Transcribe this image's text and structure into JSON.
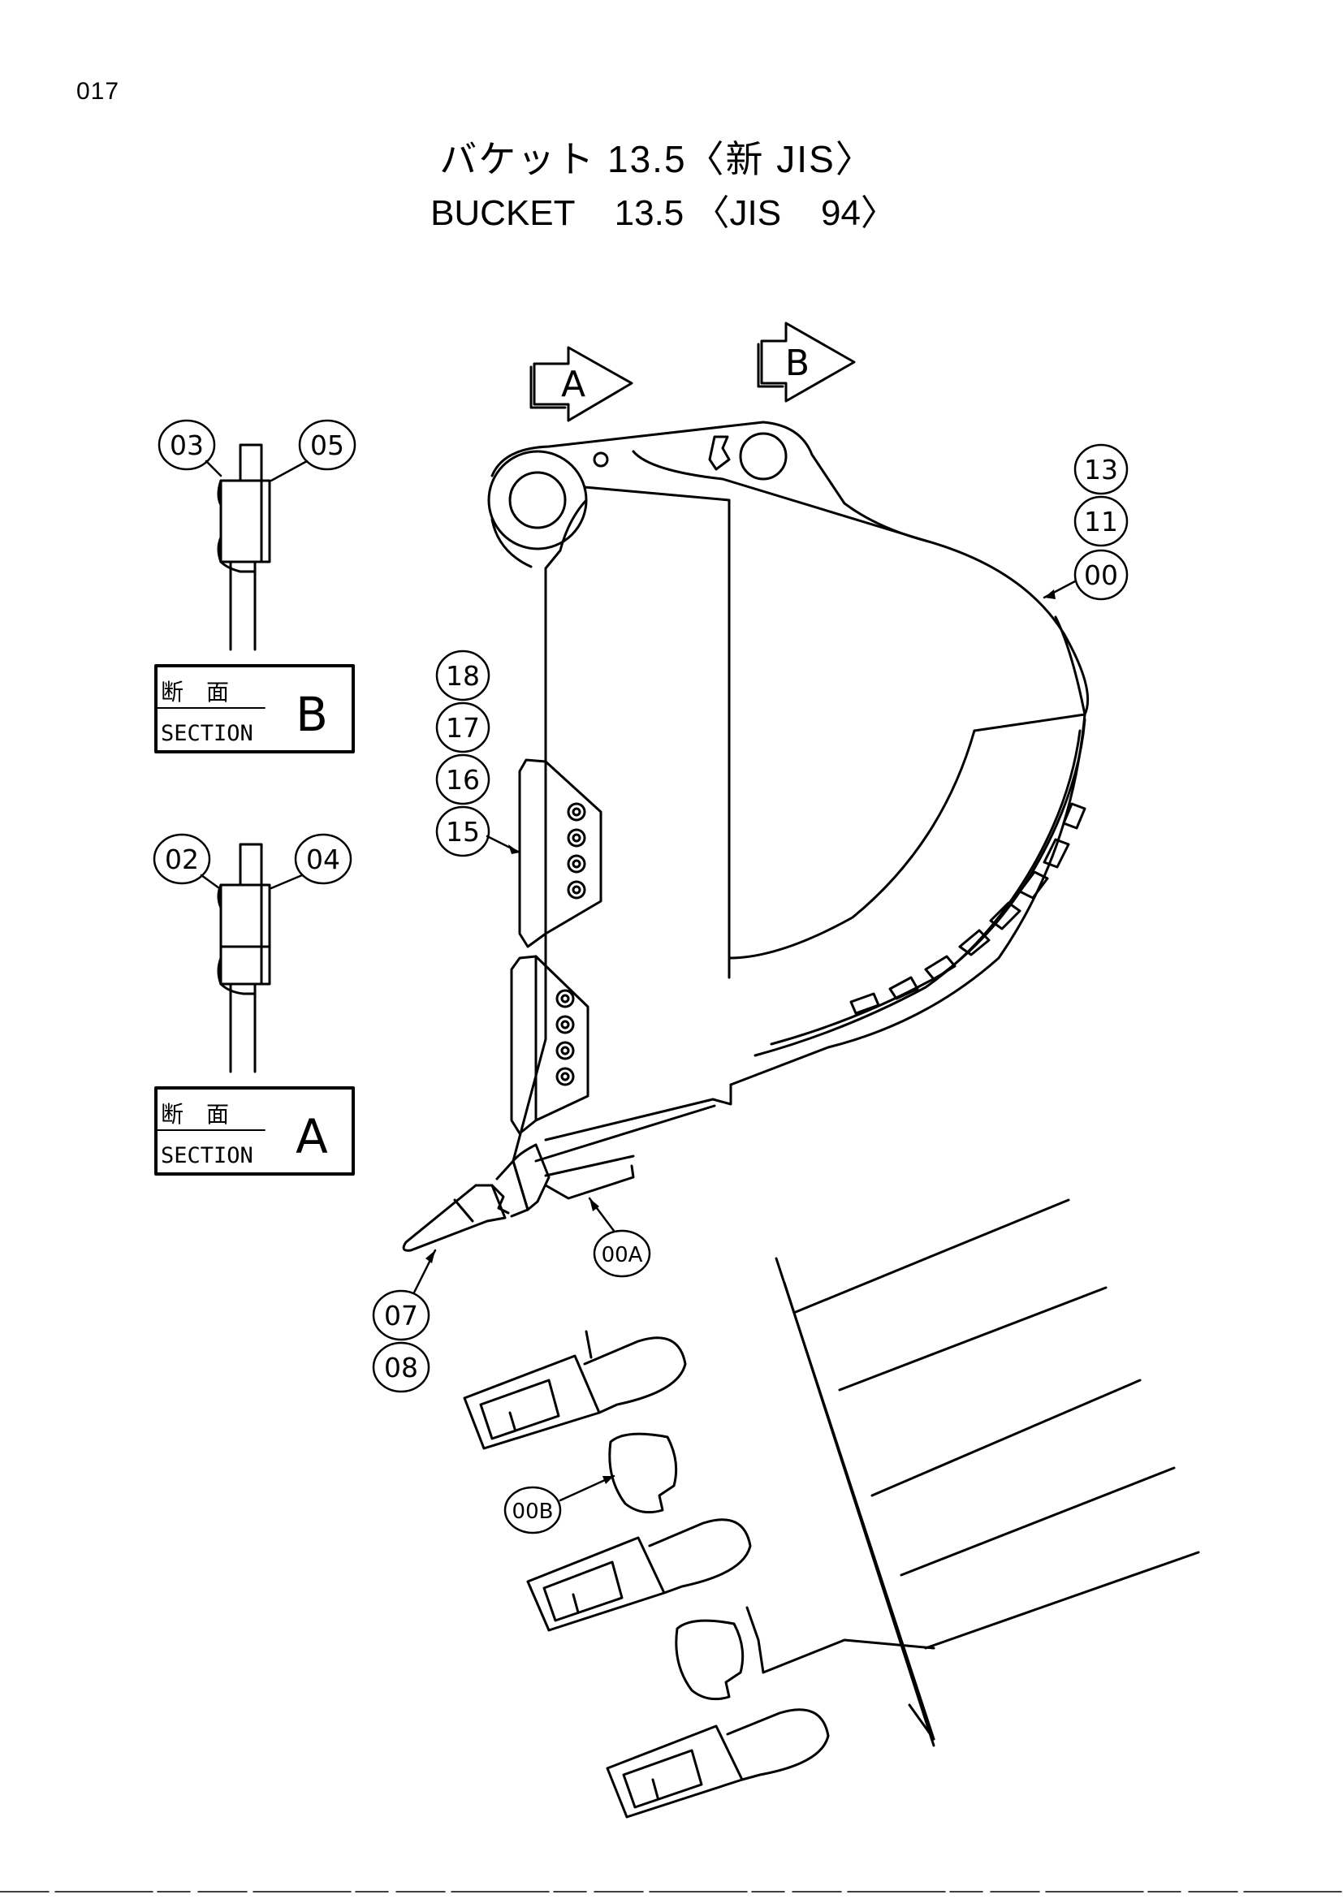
{
  "page_number": "017",
  "title_ja": "バケット 13.5〈新 JIS〉",
  "title_en": "BUCKET    13.5 〈JIS    94〉",
  "views": {
    "a": "A",
    "b": "B"
  },
  "sections": {
    "b": {
      "label_ja": "断　面",
      "label_en": "SECTION",
      "letter": "B"
    },
    "a": {
      "label_ja": "断　面",
      "label_en": "SECTION",
      "letter": "A"
    }
  },
  "callouts": {
    "c03": "03",
    "c05": "05",
    "c02": "02",
    "c04": "04",
    "c13": "13",
    "c11": "11",
    "c00": "00",
    "c18": "18",
    "c17": "17",
    "c16": "16",
    "c15": "15",
    "c00a": "00A",
    "c07": "07",
    "c08": "08",
    "c00b": "00B"
  },
  "colors": {
    "ink": "#000000",
    "paper": "#ffffff"
  }
}
